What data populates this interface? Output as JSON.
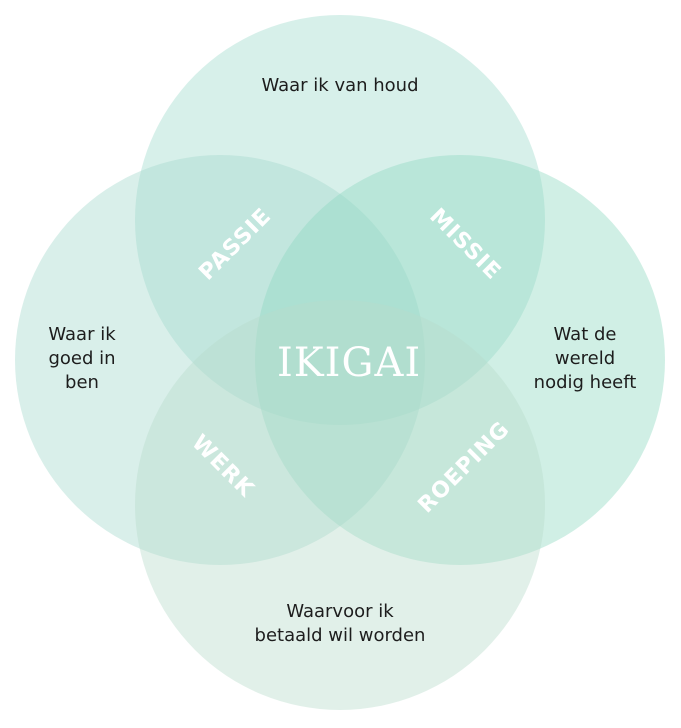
{
  "circles": [
    {
      "id": "love",
      "color": "#9fdccd"
    },
    {
      "id": "good",
      "color": "#a4d9ce"
    },
    {
      "id": "need",
      "color": "#8fd8c1"
    },
    {
      "id": "paid",
      "color": "#b7dbcb"
    }
  ],
  "labels": {
    "love": "Waar ik van houd",
    "good": "Waar ik\ngoed in\nben",
    "need": "Wat de\nwereld\nnodig heeft",
    "paid": "Waarvoor ik\nbetaald wil worden"
  },
  "overlaps": {
    "passie": "PASSIE",
    "missie": "MISSIE",
    "werk": "WERK",
    "roeping": "ROEPING"
  },
  "center": "IKIGAI"
}
